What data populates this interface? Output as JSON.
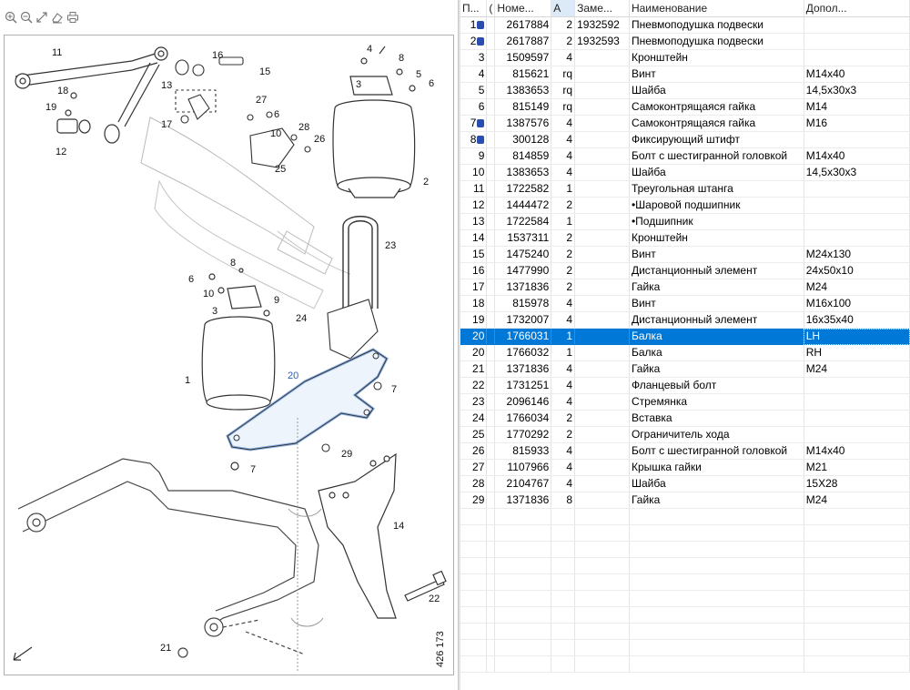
{
  "diagram": {
    "drawing_number": "426 173",
    "callouts": [
      "1",
      "2",
      "3",
      "4",
      "5",
      "6",
      "7",
      "8",
      "9",
      "10",
      "11",
      "12",
      "13",
      "14",
      "15",
      "16",
      "17",
      "18",
      "19",
      "20",
      "21",
      "22",
      "23",
      "24",
      "25",
      "26",
      "27",
      "28",
      "29"
    ],
    "highlight_color": "#8fb4e6"
  },
  "toolbar": {
    "icons": [
      "zoom-in-icon",
      "zoom-out-icon",
      "fit-icon",
      "eraser-icon",
      "print-icon"
    ]
  },
  "grid": {
    "columns": [
      "П...",
      "(",
      "Номе...",
      "А",
      "Заме...",
      "Наименование",
      "Допол..."
    ],
    "selected_row": 19,
    "rows": [
      {
        "pos": "1",
        "icon": true,
        "number": "2617884",
        "qty": "2",
        "repl": "1932592",
        "name": "Пневмоподушка подвески",
        "dim": ""
      },
      {
        "pos": "2",
        "icon": true,
        "number": "2617887",
        "qty": "2",
        "repl": "1932593",
        "name": "Пневмоподушка подвески",
        "dim": ""
      },
      {
        "pos": "3",
        "icon": false,
        "number": "1509597",
        "qty": "4",
        "repl": "",
        "name": "Кронштейн",
        "dim": ""
      },
      {
        "pos": "4",
        "icon": false,
        "number": "815621",
        "qty": "rq",
        "repl": "",
        "name": "Винт",
        "dim": "M14x40"
      },
      {
        "pos": "5",
        "icon": false,
        "number": "1383653",
        "qty": "rq",
        "repl": "",
        "name": "Шайба",
        "dim": "14,5x30x3"
      },
      {
        "pos": "6",
        "icon": false,
        "number": "815149",
        "qty": "rq",
        "repl": "",
        "name": "Самоконтрящаяся гайка",
        "dim": "M14"
      },
      {
        "pos": "7",
        "icon": true,
        "number": "1387576",
        "qty": "4",
        "repl": "",
        "name": "Самоконтрящаяся гайка",
        "dim": "M16"
      },
      {
        "pos": "8",
        "icon": true,
        "number": "300128",
        "qty": "4",
        "repl": "",
        "name": "Фиксирующий штифт",
        "dim": ""
      },
      {
        "pos": "9",
        "icon": false,
        "number": "814859",
        "qty": "4",
        "repl": "",
        "name": "Болт с шестигранной головкой",
        "dim": "M14x40"
      },
      {
        "pos": "10",
        "icon": false,
        "number": "1383653",
        "qty": "4",
        "repl": "",
        "name": "Шайба",
        "dim": "14,5x30x3"
      },
      {
        "pos": "11",
        "icon": false,
        "number": "1722582",
        "qty": "1",
        "repl": "",
        "name": "Треугольная штанга",
        "dim": ""
      },
      {
        "pos": "12",
        "icon": false,
        "number": "1444472",
        "qty": "2",
        "repl": "",
        "name": "•Шаровой подшипник",
        "dim": ""
      },
      {
        "pos": "13",
        "icon": false,
        "number": "1722584",
        "qty": "1",
        "repl": "",
        "name": "•Подшипник",
        "dim": ""
      },
      {
        "pos": "14",
        "icon": false,
        "number": "1537311",
        "qty": "2",
        "repl": "",
        "name": "Кронштейн",
        "dim": ""
      },
      {
        "pos": "15",
        "icon": false,
        "number": "1475240",
        "qty": "2",
        "repl": "",
        "name": "Винт",
        "dim": "M24x130"
      },
      {
        "pos": "16",
        "icon": false,
        "number": "1477990",
        "qty": "2",
        "repl": "",
        "name": "Дистанционный элемент",
        "dim": "24x50x10"
      },
      {
        "pos": "17",
        "icon": false,
        "number": "1371836",
        "qty": "2",
        "repl": "",
        "name": "Гайка",
        "dim": "M24"
      },
      {
        "pos": "18",
        "icon": false,
        "number": "815978",
        "qty": "4",
        "repl": "",
        "name": "Винт",
        "dim": "M16x100"
      },
      {
        "pos": "19",
        "icon": false,
        "number": "1732007",
        "qty": "4",
        "repl": "",
        "name": "Дистанционный элемент",
        "dim": "16x35x40"
      },
      {
        "pos": "20",
        "icon": false,
        "number": "1766031",
        "qty": "1",
        "repl": "",
        "name": "Балка",
        "dim": "LH"
      },
      {
        "pos": "20",
        "icon": false,
        "number": "1766032",
        "qty": "1",
        "repl": "",
        "name": "Балка",
        "dim": "RH"
      },
      {
        "pos": "21",
        "icon": false,
        "number": "1371836",
        "qty": "4",
        "repl": "",
        "name": "Гайка",
        "dim": "M24"
      },
      {
        "pos": "22",
        "icon": false,
        "number": "1731251",
        "qty": "4",
        "repl": "",
        "name": "Фланцевый болт",
        "dim": ""
      },
      {
        "pos": "23",
        "icon": false,
        "number": "2096146",
        "qty": "4",
        "repl": "",
        "name": "Стремянка",
        "dim": ""
      },
      {
        "pos": "24",
        "icon": false,
        "number": "1766034",
        "qty": "2",
        "repl": "",
        "name": "Вставка",
        "dim": ""
      },
      {
        "pos": "25",
        "icon": false,
        "number": "1770292",
        "qty": "2",
        "repl": "",
        "name": "Ограничитель хода",
        "dim": ""
      },
      {
        "pos": "26",
        "icon": false,
        "number": "815933",
        "qty": "4",
        "repl": "",
        "name": "Болт с шестигранной головкой",
        "dim": "M14x40"
      },
      {
        "pos": "27",
        "icon": false,
        "number": "1107966",
        "qty": "4",
        "repl": "",
        "name": "Крышка гайки",
        "dim": "M21"
      },
      {
        "pos": "28",
        "icon": false,
        "number": "2104767",
        "qty": "4",
        "repl": "",
        "name": "Шайба",
        "dim": "15X28"
      },
      {
        "pos": "29",
        "icon": false,
        "number": "1371836",
        "qty": "8",
        "repl": "",
        "name": "Гайка",
        "dim": "M24"
      }
    ]
  }
}
